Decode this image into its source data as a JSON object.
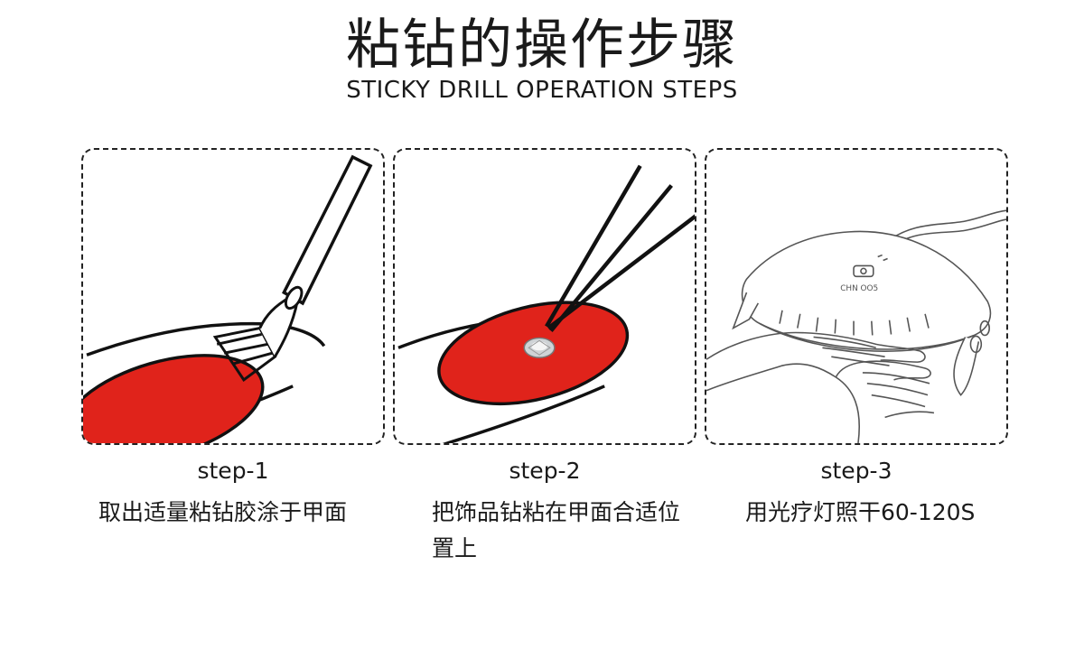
{
  "header": {
    "title": "粘钻的操作步骤",
    "subtitle": "STICKY DRILL OPERATION STEPS"
  },
  "colors": {
    "nail_red": "#e0231b",
    "line": "#111111",
    "lamp_line": "#555555"
  },
  "steps": [
    {
      "label": "step-1",
      "description": "取出适量粘钻胶涂于甲面",
      "icon": "brush-on-nail-icon"
    },
    {
      "label": "step-2",
      "description": "把饰品钻粘在甲面合适位置上",
      "icon": "tweezers-rhinestone-icon"
    },
    {
      "label": "step-3",
      "description": "用光疗灯照干60-120S",
      "icon": "uv-lamp-hands-icon"
    }
  ]
}
